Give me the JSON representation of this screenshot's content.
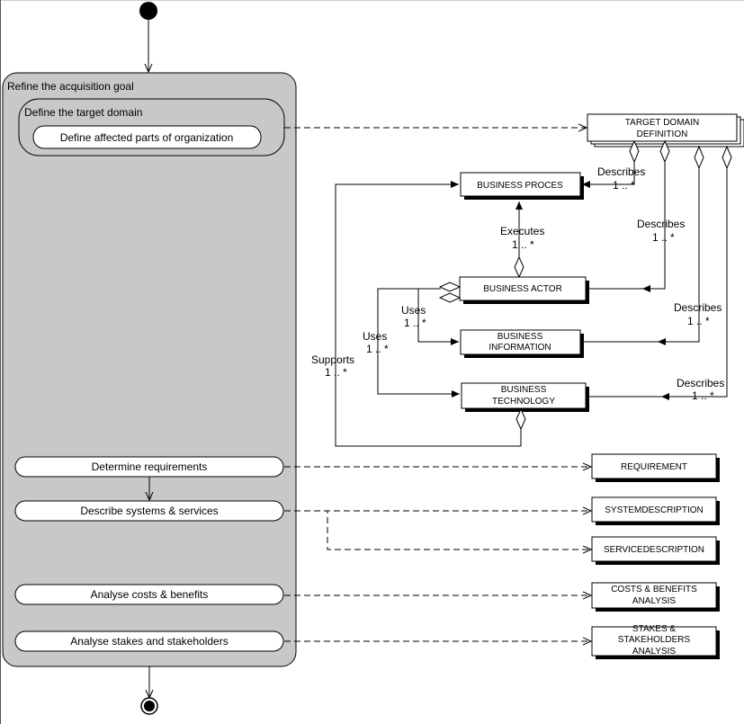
{
  "activity": {
    "outer_title": "Refine the acquisition goal",
    "inner_title": "Define the target domain",
    "sub_activity": "Define affected parts of organization",
    "steps": [
      "Determine requirements",
      "Describe systems & services",
      "Analyse costs & benefits",
      "Analyse stakes and stakeholders"
    ]
  },
  "classes": {
    "target_domain": [
      "TARGET DOMAIN",
      "DEFINITION"
    ],
    "business_process": "BUSINESS PROCES",
    "business_actor": "BUSINESS ACTOR",
    "business_information": [
      "BUSINESS",
      "INFORMATION"
    ],
    "business_technology": [
      "BUSINESS",
      "TECHNOLOGY"
    ],
    "requirement": "REQUIREMENT",
    "system_description": "SYSTEMDESCRIPTION",
    "service_description": "SERVICEDESCRIPTION",
    "costs_benefits": [
      "COSTS & BENEFITS",
      "ANALYSIS"
    ],
    "stakes": [
      "STAKES &",
      "STAKEHOLDERS",
      "ANALYSIS"
    ]
  },
  "associations": {
    "describes_process": [
      "Describes",
      "1 .. *"
    ],
    "describes_actor": [
      "Describes",
      "1 .. *"
    ],
    "describes_information": [
      "Describes",
      "1 .. *"
    ],
    "describes_technology": [
      "Describes",
      "1 .. *"
    ],
    "executes": [
      "Executes",
      "1 .. *"
    ],
    "uses_information": [
      "Uses",
      "1 .. *"
    ],
    "uses_technology": [
      "Uses",
      "1 .. *"
    ],
    "supports": [
      "Supports",
      "1 .. *"
    ]
  },
  "colors": {
    "swimlane_fill": "#c8c8c8",
    "node_fill": "#ffffff",
    "stroke": "#000000",
    "shadow": "#000000"
  }
}
